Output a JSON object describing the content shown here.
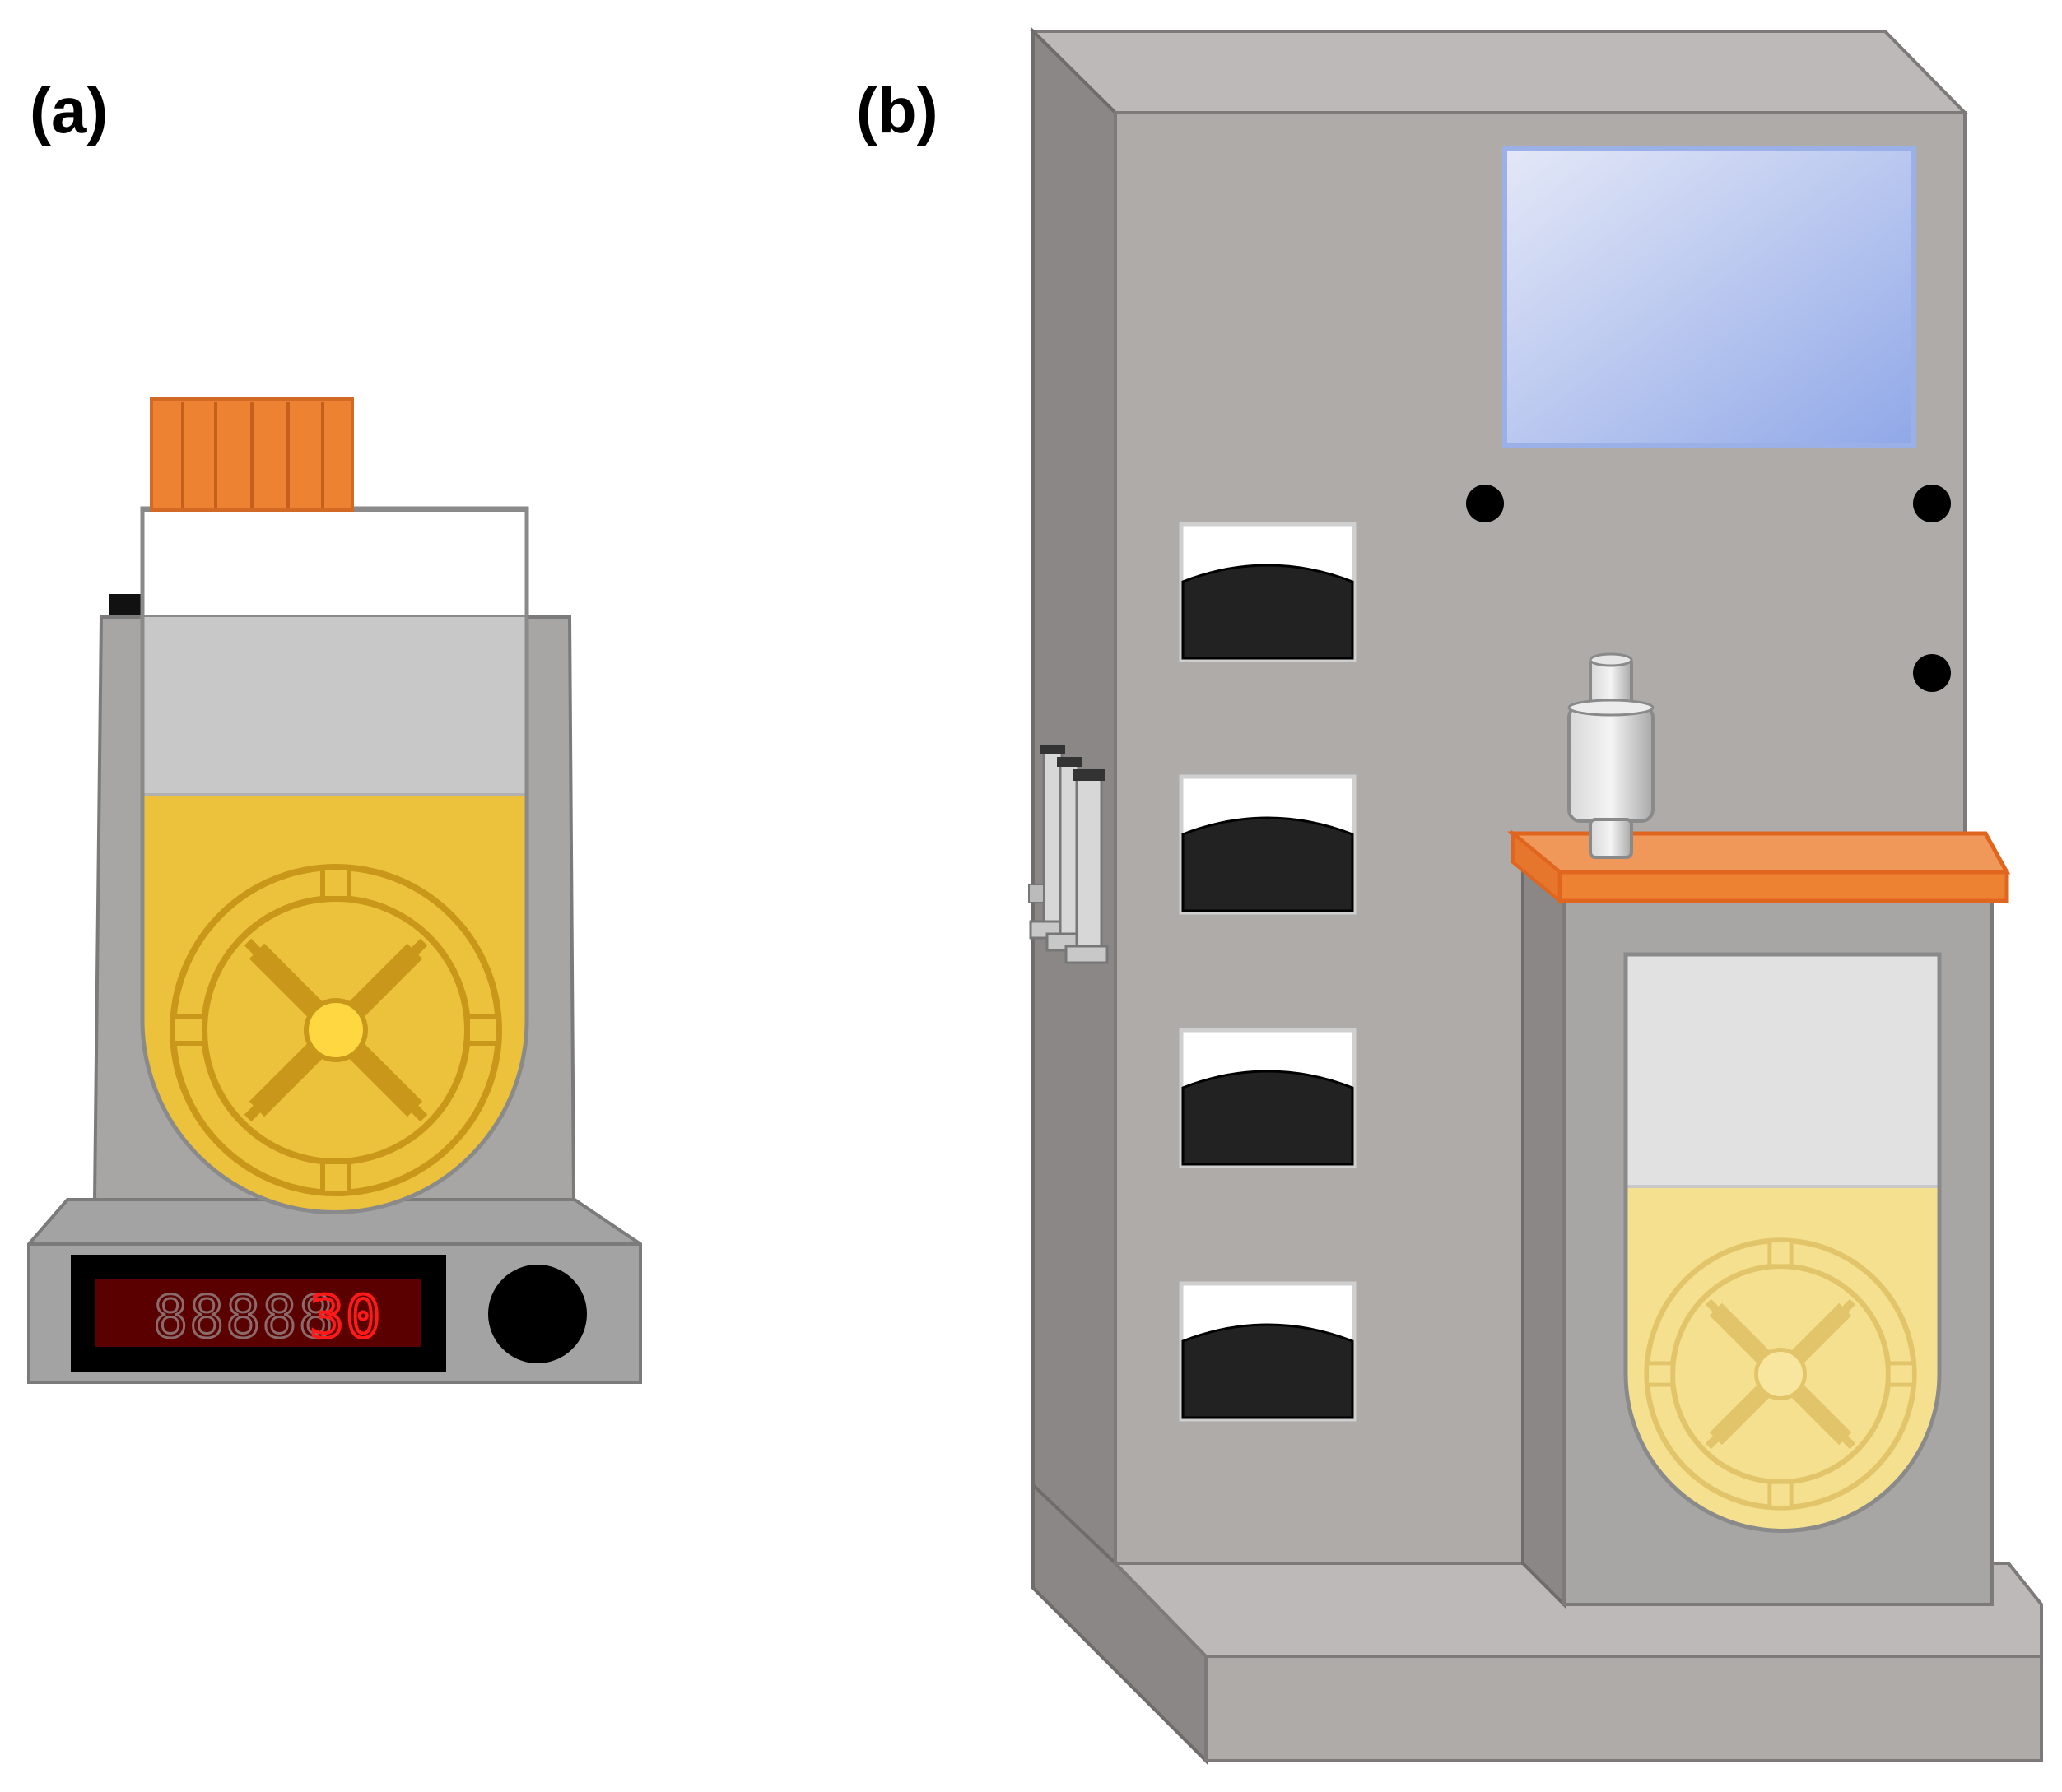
{
  "panels": {
    "a": {
      "label": "(a)",
      "display": {
        "dim_digits": "88888",
        "lit_digits": "30"
      }
    },
    "b": {
      "label": "(b)",
      "gauge_count": 4,
      "syringe_count": 3
    }
  },
  "colors": {
    "cap": "#ee8233",
    "cap_stripe": "#c65f1c",
    "body_gray": "#a7a6a5",
    "medium_yellow": "#ecc23c",
    "medium_yellow_light": "#f5e08f",
    "impeller_center": "#ffd740",
    "display_bg": "#5a0000",
    "display_lit": "#ff0000",
    "screen_blue_start": "#e4e8f7",
    "screen_blue_end": "#90a8e8",
    "shelf_orange": "#f0975a",
    "panel_gray": "#afaba9",
    "side_gray": "#8a8786"
  },
  "icons": {
    "knob": "knob-icon",
    "impeller": "impeller-icon",
    "gauge": "gauge-icon",
    "syringe": "syringe-icon",
    "screw": "screw-icon",
    "probe": "probe-icon"
  }
}
